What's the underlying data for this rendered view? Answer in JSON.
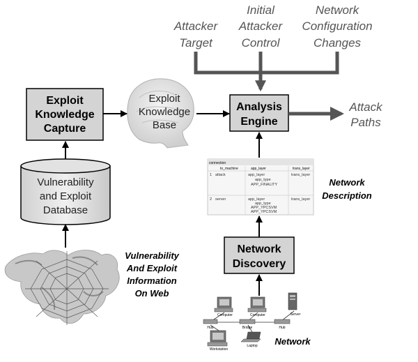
{
  "inputs": {
    "attacker_target": [
      "Attacker",
      "Target"
    ],
    "initial_attacker_control": [
      "Initial",
      "Attacker",
      "Control"
    ],
    "network_configuration_changes": [
      "Network",
      "Configuration",
      "Changes"
    ]
  },
  "boxes": {
    "exploit_knowledge_capture": [
      "Exploit",
      "Knowledge",
      "Capture"
    ],
    "analysis_engine": [
      "Analysis",
      "Engine"
    ],
    "network_discovery": [
      "Network",
      "Discovery"
    ]
  },
  "knowledge_base": [
    "Exploit",
    "Knowledge",
    "Base"
  ],
  "database": [
    "Vulnerability",
    "and Exploit",
    "Database"
  ],
  "output": [
    "Attack",
    "Paths"
  ],
  "labels": {
    "web_info": [
      "Vulnerability",
      "And Exploit",
      "Information",
      "On Web"
    ],
    "network_description": [
      "Network",
      "Description"
    ],
    "network": "Network"
  },
  "network_nodes": {
    "computer1": "Computer",
    "computer2": "Computer",
    "server": "Server",
    "hub1": "Hub",
    "bridge": "Bridge",
    "hub2": "Hub",
    "workstation": "Workstation",
    "laptop": "Laptop"
  },
  "description_table": {
    "col1": "connection",
    "col2": "to_machine",
    "col3": "app_layer",
    "col4": "trans_layer",
    "row1": [
      "1",
      "attack",
      "app_layer",
      "app_type",
      "APP_FINALITY",
      "trans_layer"
    ],
    "row2": [
      "2",
      "server",
      "app_layer",
      "app_type",
      "APP_YPCSVM",
      "APP_YPCSVM",
      "trans_layer"
    ]
  }
}
